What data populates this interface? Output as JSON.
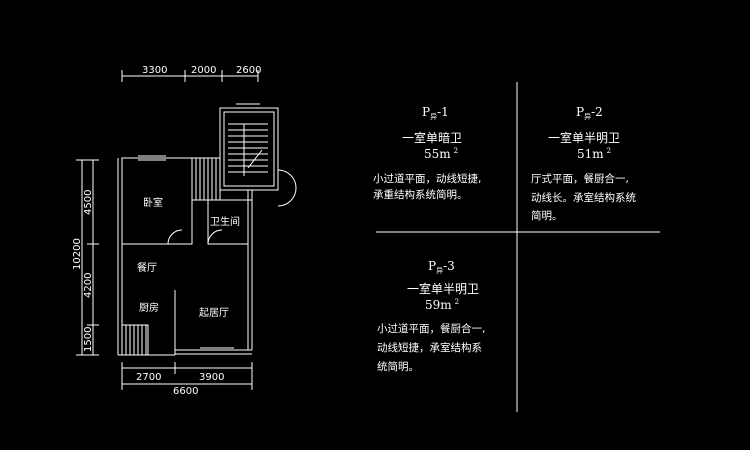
{
  "dimensions": {
    "top": [
      "3300",
      "2000",
      "2600"
    ],
    "bottom": [
      "2700",
      "3900"
    ],
    "bottom_total": "6600",
    "left": [
      "4500",
      "4200",
      "1500"
    ],
    "left_total": "10200"
  },
  "rooms": {
    "bedroom": "卧室",
    "bathroom": "卫生间",
    "dining": "餐厅",
    "kitchen": "厨房",
    "living": "起居厅"
  },
  "plans": [
    {
      "code_letter": "P",
      "code_sub": "异",
      "code_num": "-1",
      "name": "一室单暗卫",
      "area_value": "55m",
      "area_sup": "2",
      "desc_lines": [
        "小过道平面，动线短捷,",
        "承重结构系统简明。"
      ]
    },
    {
      "code_letter": "P",
      "code_sub": "异",
      "code_num": "-2",
      "name": "一室单半明卫",
      "area_value": "51m",
      "area_sup": "2",
      "desc_lines": [
        "厅式平面，餐厨合一,",
        "动线长。承室结构系统",
        "简明。"
      ]
    },
    {
      "code_letter": "P",
      "code_sub": "异",
      "code_num": "-3",
      "name": "一室单半明卫",
      "area_value": "59m",
      "area_sup": "2",
      "desc_lines": [
        "小过道平面，餐厨合一,",
        "动线短捷，承室结构系",
        "统简明。"
      ]
    }
  ]
}
